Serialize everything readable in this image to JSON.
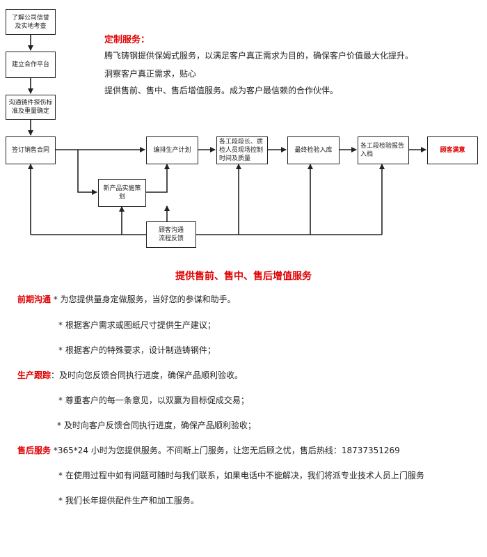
{
  "flow": {
    "steps": {
      "investigate": "了解公司信誉\n及实地考查",
      "platform": "建立合作平台",
      "communicate": "沟通铸件探伤标\n准及重量确定",
      "contract": "签订销售合同",
      "plan": "编排生产计划",
      "new_product": "新产品实施策划",
      "control": "各工段段长、质\n检人员现场控制\n时间及质量",
      "inspect": "最终检验入库",
      "archive": "各工段检验报告\n入档",
      "satisfied": "顾客满意",
      "feedback": "顾客沟通\n流程反馈"
    }
  },
  "custom_service": {
    "title": "定制服务：",
    "lines": [
      "腾飞铸钢提供保姆式服务，以满足客户真正需求为目的，确保客户价值最大化提升。",
      "洞察客户真正需求，贴心",
      "提供售前、售中、售后增值服务。成为客户最信赖的合作伙伴。"
    ]
  },
  "value_title": "提供售前、售中、售后增值服务",
  "sections": [
    {
      "label": "前期沟通",
      "first": " * 为您提供量身定做服务，当好您的参谋和助手。",
      "items": [
        "* 根据客户需求或图纸尺寸提供生产建议；",
        "* 根据客户的特殊要求，设计制造铸钢件；"
      ]
    },
    {
      "label": "生产跟踪",
      "first": "：及时向您反馈合同执行进度，确保产品顺利验收。",
      "items": [
        "* 尊重客户的每一条意见，以双赢为目标促成交易；",
        "* 及时向客户反馈合同执行进度，确保产品顺利验收；"
      ]
    },
    {
      "label": "售后服务",
      "first": " *365*24 小时为您提供服务。不间断上门服务，让您无后顾之忧，售后热线：18737351269",
      "items": [
        "* 在使用过程中如有问题可随时与我们联系，如果电话中不能解决，我们将派专业技术人员上门服务",
        "* 我们长年提供配件生产和加工服务。"
      ]
    }
  ]
}
